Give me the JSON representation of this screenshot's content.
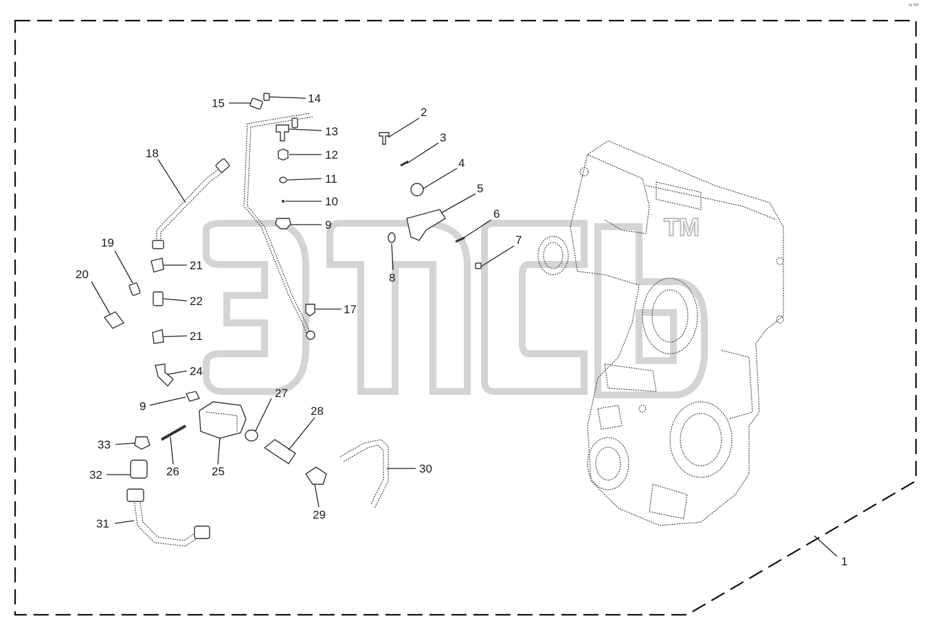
{
  "diagram": {
    "corner_mark": "ᵃᵖ ᵇᵇᵇ",
    "watermark": "TM",
    "callouts": [
      "1",
      "2",
      "3",
      "4",
      "5",
      "6",
      "7",
      "8",
      "9",
      "9",
      "10",
      "11",
      "12",
      "13",
      "14",
      "15",
      "17",
      "18",
      "19",
      "20",
      "21",
      "21",
      "22",
      "24",
      "25",
      "26",
      "27",
      "28",
      "29",
      "30",
      "31",
      "32",
      "33"
    ]
  }
}
